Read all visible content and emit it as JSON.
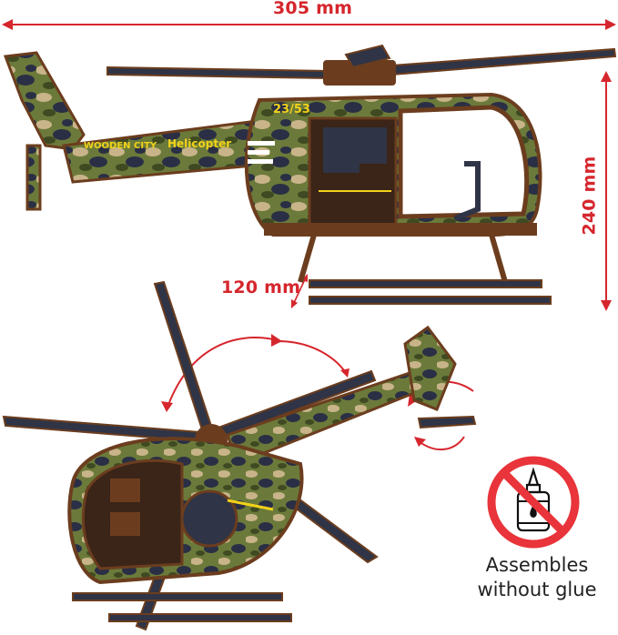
{
  "dimensions": {
    "length": "305 mm",
    "height": "240 mm",
    "width": "120 mm"
  },
  "model_markings": {
    "brand": "WOODEN CITY",
    "model": "Helicopter",
    "serial": "23/53"
  },
  "badge": {
    "icon": "no-glue-icon",
    "line1": "Assembles",
    "line2": "without glue"
  },
  "colors": {
    "dimension_red": "#d6262d",
    "camo_green": "#6b7a3a",
    "camo_tan": "#c9b48a",
    "camo_navy": "#2a2f45",
    "wood_brown": "#6b3d1e",
    "rotor_dark": "#2f3446",
    "marking_yellow": "#f2d21a"
  }
}
